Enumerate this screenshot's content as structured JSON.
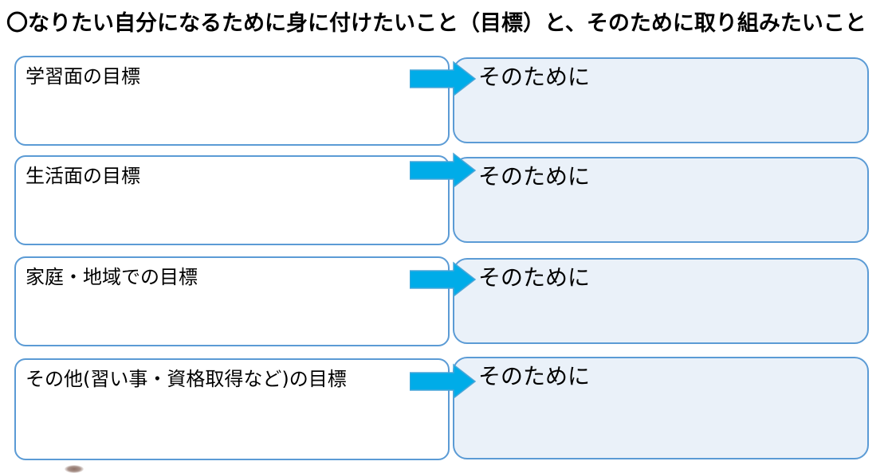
{
  "title": "〇なりたい自分になるために身に付けたいこと（目標）と、そのために取り組みたいこと",
  "colors": {
    "box_border": "#5B9BD5",
    "goal_box_fill": "#FFFFFF",
    "action_box_fill": "#EAF1F9",
    "arrow_fill": "#00ACE8",
    "arrow_stroke": "#4BA6D8",
    "text": "#000000"
  },
  "rows": [
    {
      "goal_label": "学習面の目標",
      "action_label": "そのために"
    },
    {
      "goal_label": "生活面の目標",
      "action_label": "そのために"
    },
    {
      "goal_label": "家庭・地域での目標",
      "action_label": "そのために"
    },
    {
      "goal_label": "その他(習い事・資格取得など)の目標",
      "action_label": "そのために"
    }
  ]
}
